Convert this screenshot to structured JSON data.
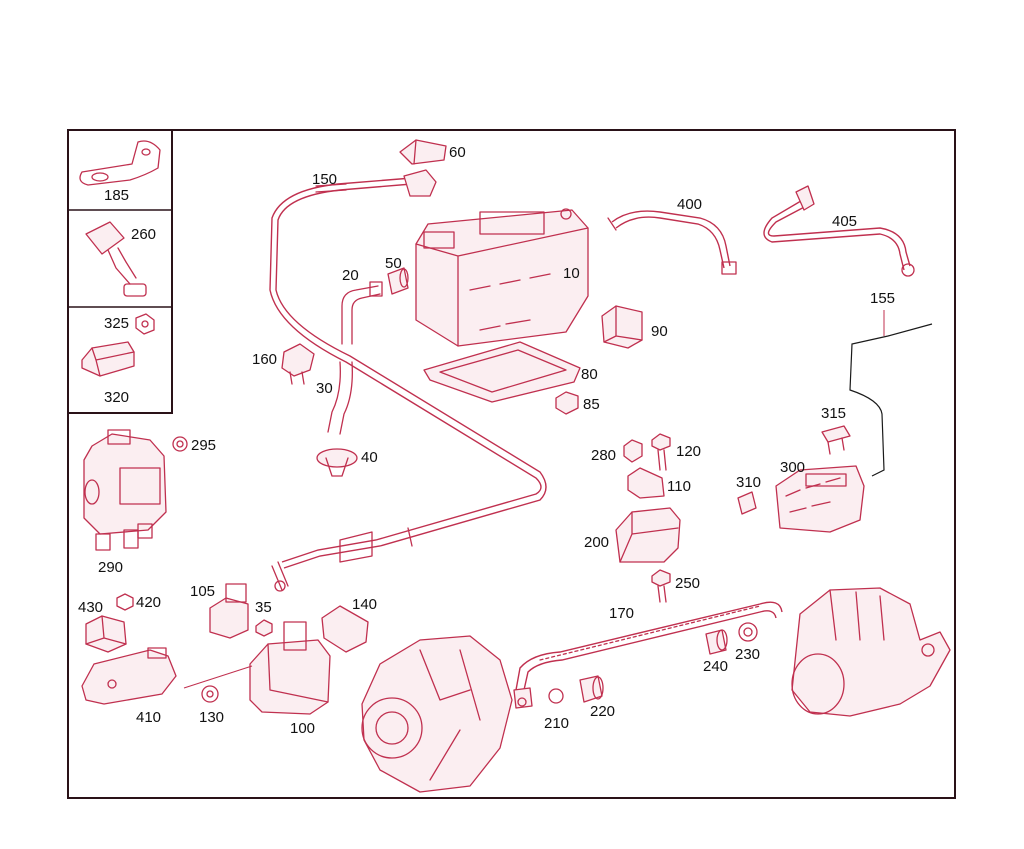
{
  "labels": {
    "l10": "10",
    "l20": "20",
    "l30": "30",
    "l35": "35",
    "l40": "40",
    "l50": "50",
    "l60": "60",
    "l80": "80",
    "l85": "85",
    "l90": "90",
    "l100": "100",
    "l105": "105",
    "l110": "110",
    "l120": "120",
    "l130": "130",
    "l140": "140",
    "l150": "150",
    "l155": "155",
    "l160": "160",
    "l170": "170",
    "l185": "185",
    "l200": "200",
    "l210": "210",
    "l220": "220",
    "l230": "230",
    "l240": "240",
    "l250": "250",
    "l260": "260",
    "l280": "280",
    "l290": "290",
    "l295": "295",
    "l300": "300",
    "l310": "310",
    "l315": "315",
    "l320": "320",
    "l325": "325",
    "l400": "400",
    "l405": "405",
    "l410": "410",
    "l420": "420",
    "l430": "430"
  },
  "colors": {
    "line": "#c0304f",
    "frame": "#2a1218",
    "text": "#111111"
  }
}
